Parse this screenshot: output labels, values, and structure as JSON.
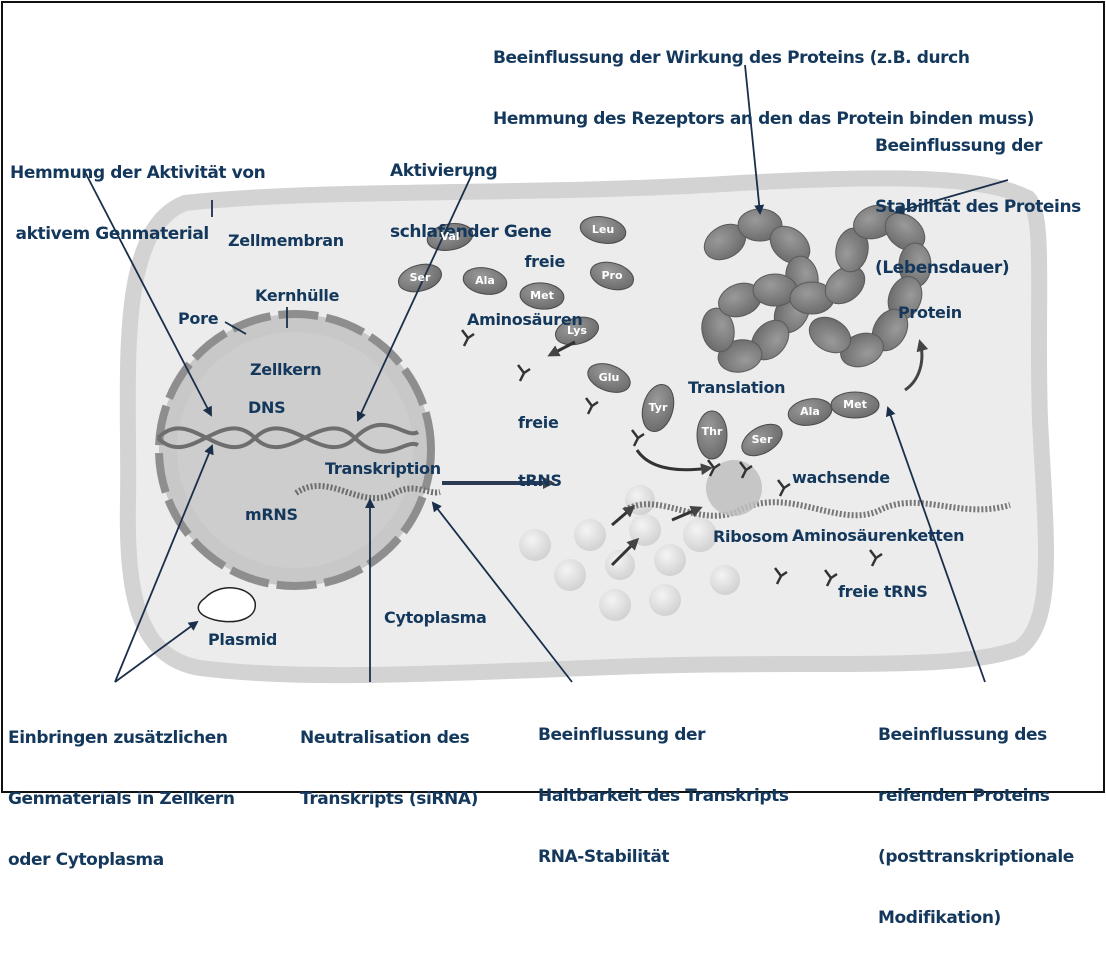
{
  "labels": {
    "effect_protein": [
      "Beeinflussung der Wirkung des Proteins (z.B. durch",
      "Hemmung des Rezeptors an den das Protein binden muss)"
    ],
    "stability_protein": [
      "Beeinflussung der",
      "Stabilität des Proteins",
      "(Lebensdauer)"
    ],
    "inhibit_genes": [
      "Hemmung der Aktivität von",
      " aktivem Genmaterial"
    ],
    "activate_genes": [
      "Aktivierung",
      "schlafender Gene"
    ],
    "introduce_genes": [
      "Einbringen zusätzlichen",
      "Genmaterials in Zellkern",
      "oder Cytoplasma"
    ],
    "neutralize": [
      "Neutralisation des",
      "Transkripts (siRNA)"
    ],
    "durability": [
      "Beeinflussung der",
      "Haltbarkeit des Transkripts",
      "RNA-Stabilität"
    ],
    "maturing": [
      "Beeinflussung des",
      "reifenden Proteins",
      "(posttranskriptionale",
      "Modifikation)"
    ]
  },
  "cell": {
    "membrane": "Zellmembran",
    "envelope": "Kernhülle",
    "pore": "Pore",
    "nucleus": "Zellkern",
    "dna": "DNS",
    "transcription": "Transkription",
    "mrna": "mRNS",
    "free_aa": [
      "freie",
      "Aminosäuren"
    ],
    "free_trna": [
      "freie",
      "tRNS"
    ],
    "free_trna2": "freie tRNS",
    "translation": "Translation",
    "protein": "Protein",
    "growing_chain": [
      "wachsende",
      "Aminosäurenketten"
    ],
    "ribosome": "Ribosom",
    "cytoplasm": "Cytoplasma",
    "plasmid": "Plasmid"
  },
  "amino_acids": [
    "Val",
    "Leu",
    "Ser",
    "Ala",
    "Met",
    "Pro",
    "Lys",
    "Glu",
    "Tyr",
    "Thr",
    "Ser",
    "Ala",
    "Met"
  ],
  "colors": {
    "text": "#14385c",
    "cell": "#ebebeb",
    "nucleus": "#c9c9c9",
    "molecule": "#7e7e7e",
    "line": "#1a2f4a"
  }
}
